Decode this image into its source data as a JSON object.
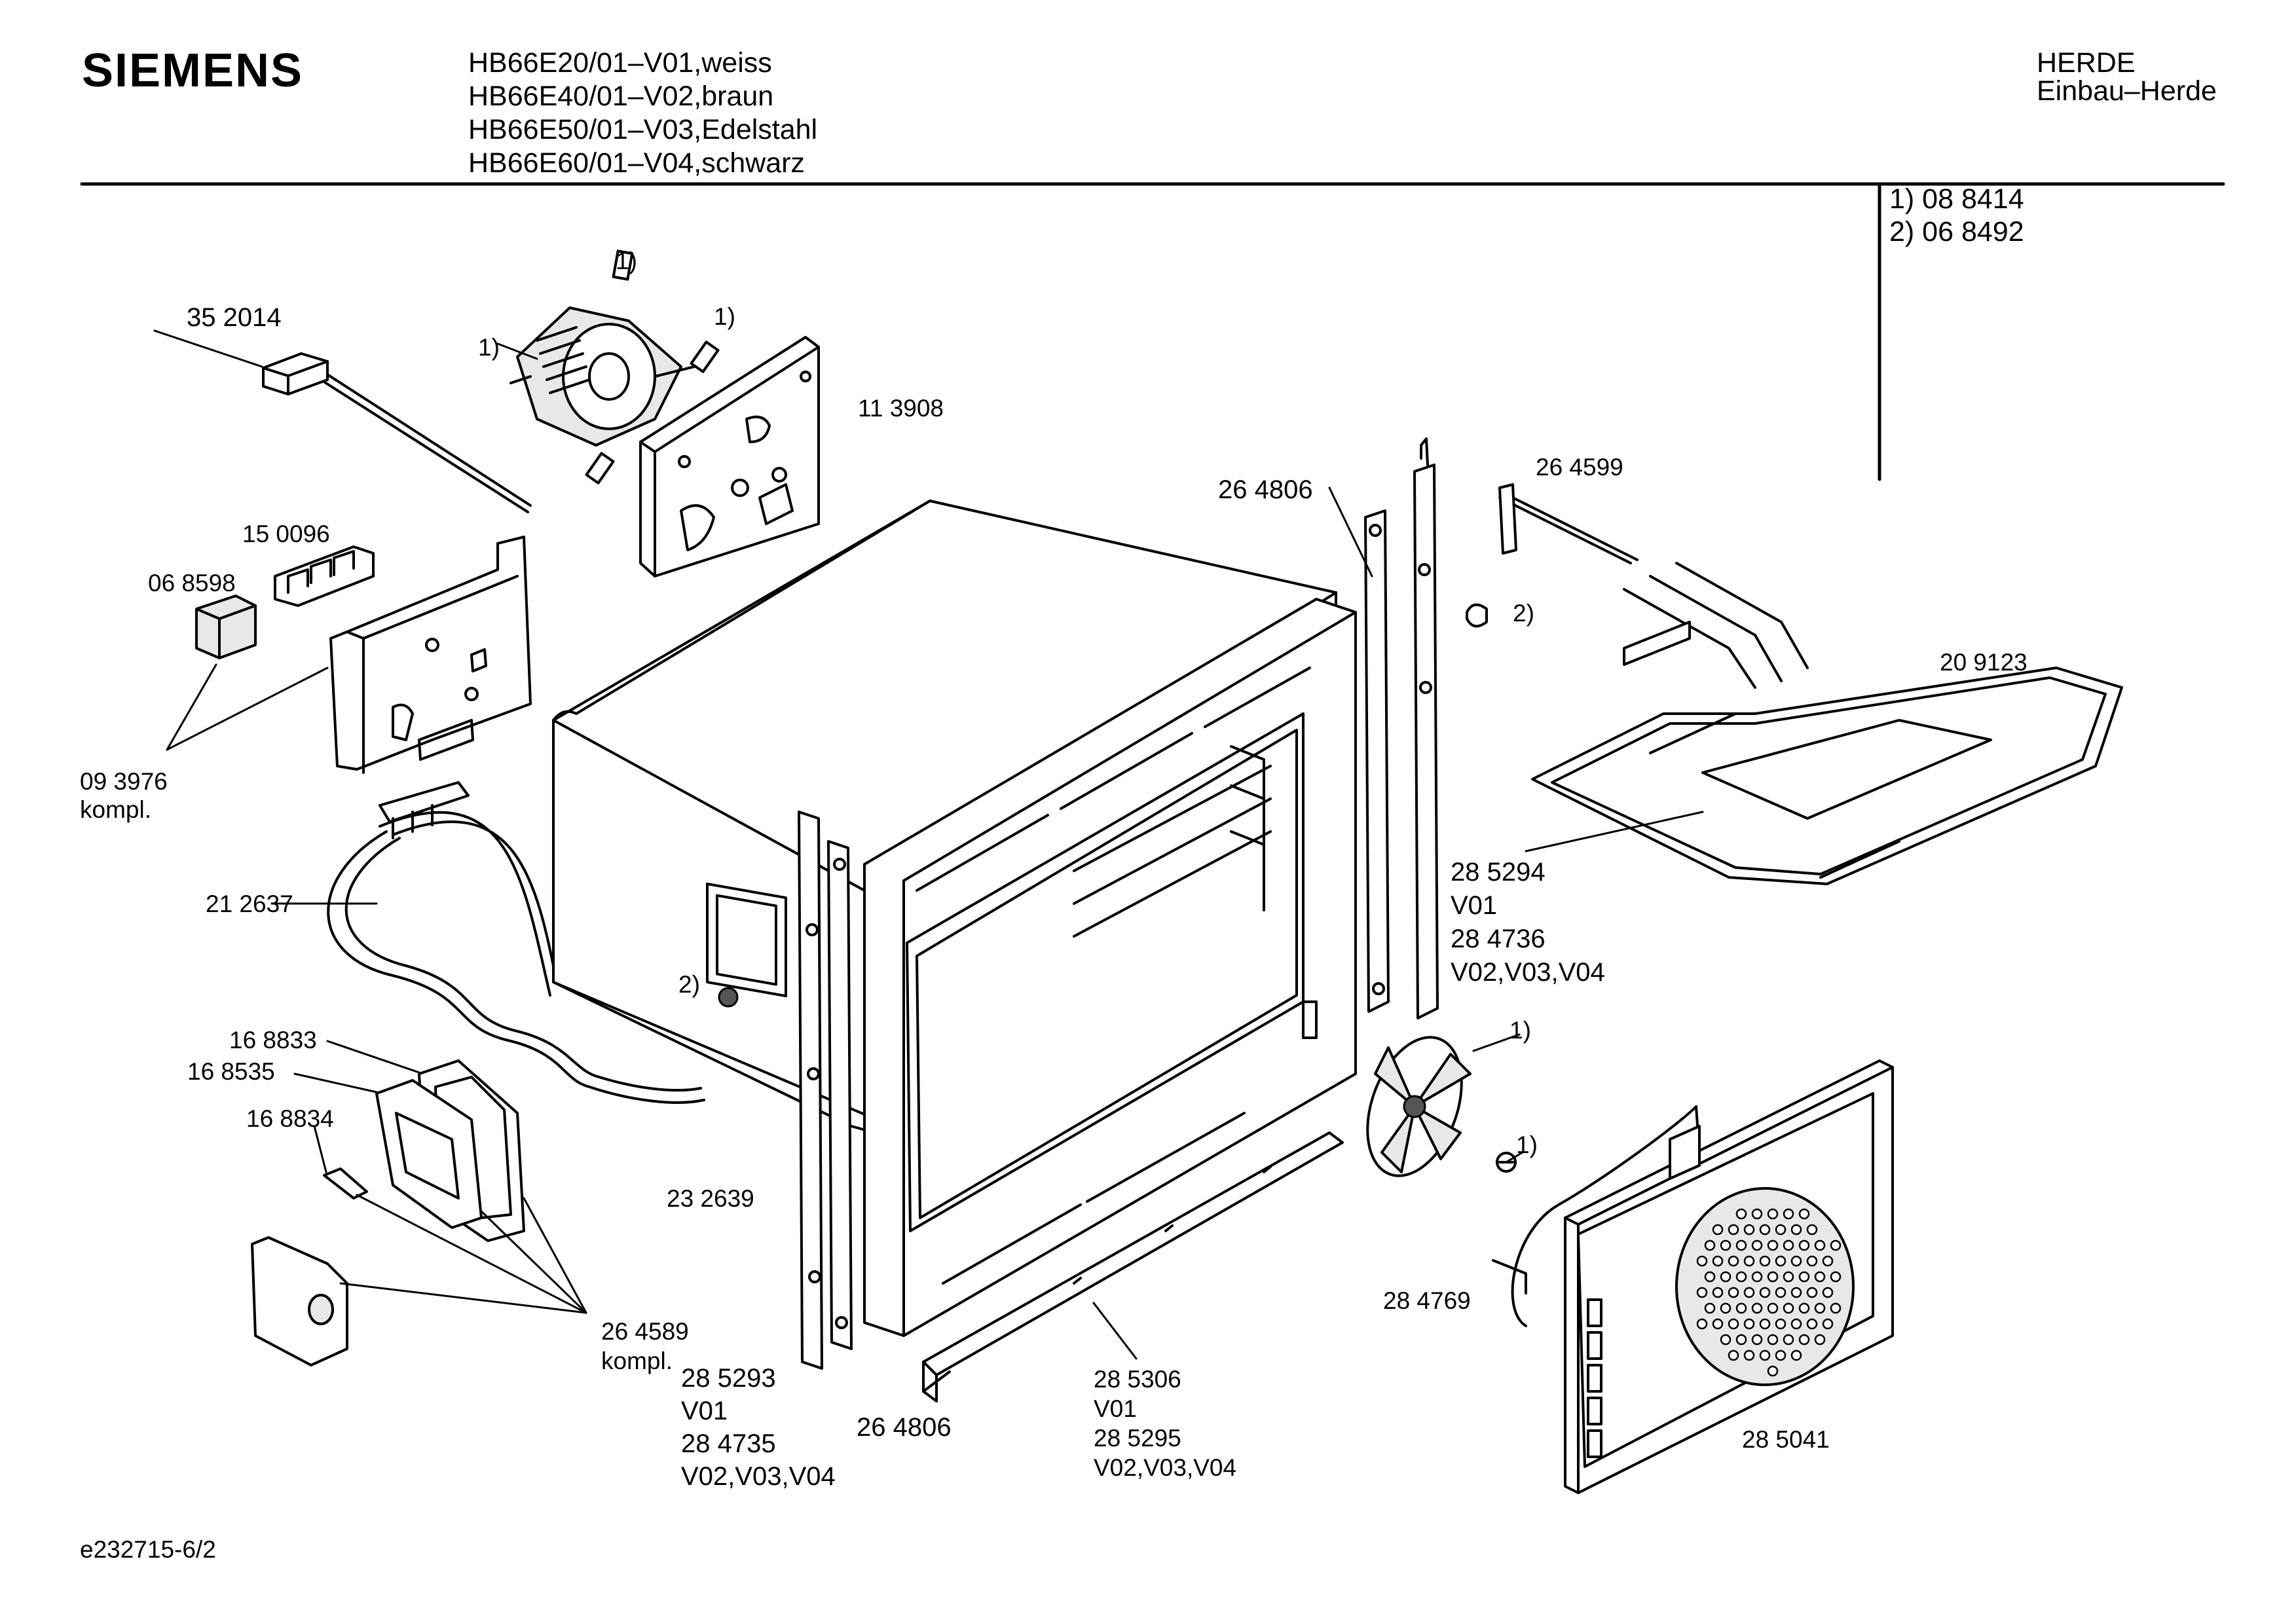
{
  "header": {
    "brand": "SIEMENS",
    "models": [
      "HB66E20/01–V01,weiss",
      "HB66E40/01–V02,braun",
      "HB66E50/01–V03,Edelstahl",
      "HB66E60/01–V04,schwarz"
    ],
    "category": "HERDE",
    "subcategory": "Einbau–Herde"
  },
  "notes": [
    "1)  08 8414",
    "2)  06 8492"
  ],
  "part_labels": {
    "p352014": "35 2014",
    "fn_1a": "1)",
    "fn_1b": "1)",
    "fn_1c": "1)",
    "p113908": "11 3908",
    "p150096": "15 0096",
    "p068598": "06 8598",
    "p093976": "09 3976",
    "kompl_a": "kompl.",
    "p212637": "21 2637",
    "fn_2a": "2)",
    "p168833": "16 8833",
    "p168535": "16 8535",
    "p168834": "16 8834",
    "p264589": "26 4589",
    "kompl_b": "kompl.",
    "p232639": "23 2639",
    "p285293": "28 5293",
    "v01_a": "V01",
    "p284735": "28 4735",
    "vlist_a": "V02,V03,V04",
    "p264806_bottom": "26 4806",
    "p285306": "28 5306",
    "v01_b": "V01",
    "p285295": "28 5295",
    "vlist_b": "V02,V03,V04",
    "p264806_top": "26 4806",
    "p264599": "26 4599",
    "fn_2b": "2)",
    "p209123": "20 9123",
    "p285294": "28 5294",
    "v01_c": "V01",
    "p284736": "28 4736",
    "vlist_c": "V02,V03,V04",
    "fn_1d": "1)",
    "fn_1e": "1)",
    "p284769": "28 4769",
    "p285041": "28 5041"
  },
  "footer": {
    "drawing_id": "e232715-6/2"
  }
}
